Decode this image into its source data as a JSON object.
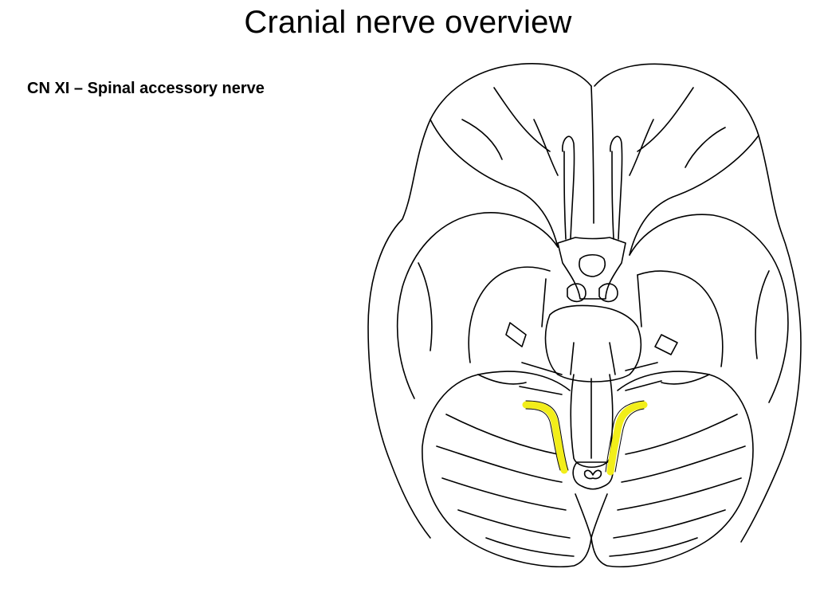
{
  "slide": {
    "title": "Cranial nerve overview",
    "subtitle": "CN XI – Spinal accessory nerve"
  },
  "figure": {
    "line_color": "#000000",
    "highlight_color": "#f2ee1a",
    "highlighted_structure": "spinal-accessory-nerve"
  }
}
